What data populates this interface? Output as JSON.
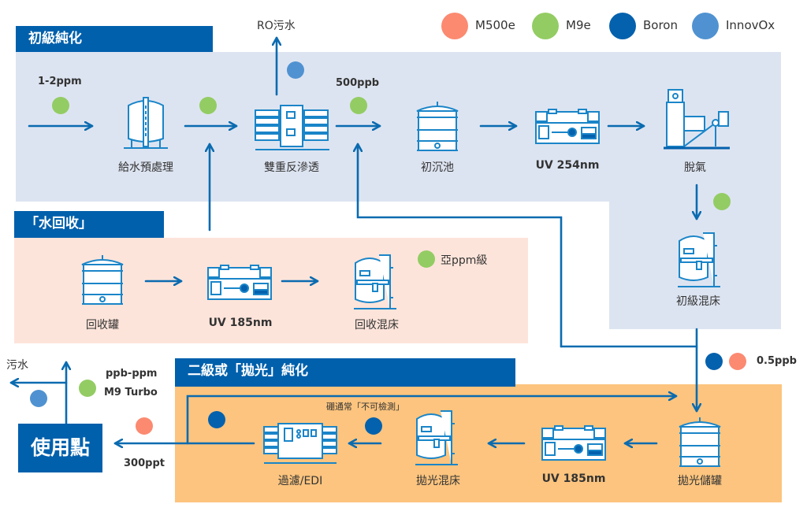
{
  "colors": {
    "accent": "#0060ac",
    "line": "#0a6bb0",
    "panel_primary": "#dde4f1",
    "panel_recovery": "#fde4da",
    "panel_polishing": "#fcc47e"
  },
  "legend": [
    {
      "label": "M500e",
      "color": "#fb8a71"
    },
    {
      "label": "M9e",
      "color": "#93cc63"
    },
    {
      "label": "Boron",
      "color": "#0461ad"
    },
    {
      "label": "InnovOx",
      "color": "#5092d1"
    }
  ],
  "sections": {
    "primary": {
      "title": "初級純化"
    },
    "recovery": {
      "title": "「水回收」"
    },
    "polishing": {
      "title": "二級或「拋光」純化"
    }
  },
  "primary": {
    "input_level": "1-2ppm",
    "ro_waste": "RO污水",
    "ro_output_level": "500ppb",
    "steps": [
      {
        "name": "給水預處理",
        "icon": "feed-tank-icon"
      },
      {
        "name": "雙重反滲透",
        "icon": "reverse-osmosis-icon"
      },
      {
        "name": "初沉池",
        "icon": "storage-tank-icon"
      },
      {
        "name": "UV 254nm",
        "icon": "uv-lamp-icon"
      },
      {
        "name": "脫氣",
        "icon": "degasser-icon"
      },
      {
        "name": "初級混床",
        "icon": "mixed-bed-icon"
      }
    ]
  },
  "recovery": {
    "level": "亞ppm級",
    "steps": [
      {
        "name": "回收罐",
        "icon": "storage-tank-icon"
      },
      {
        "name": "UV 185nm",
        "icon": "uv-lamp-icon"
      },
      {
        "name": "回收混床",
        "icon": "mixed-bed-icon"
      }
    ]
  },
  "transfer_level": "0.5ppb",
  "polishing": {
    "boron_note": "硼通常「不可檢測」",
    "output_level": "300ppt",
    "steps": [
      {
        "name": "拋光儲罐",
        "icon": "storage-tank-icon"
      },
      {
        "name": "UV 185nm",
        "icon": "uv-lamp-icon"
      },
      {
        "name": "拋光混床",
        "icon": "mixed-bed-icon"
      },
      {
        "name": "過濾/EDI",
        "icon": "edi-filter-icon"
      }
    ]
  },
  "point_of_use": {
    "label": "使用點",
    "waste": "污水",
    "level_line1": "ppb-ppm",
    "level_line2": "M9 Turbo"
  }
}
